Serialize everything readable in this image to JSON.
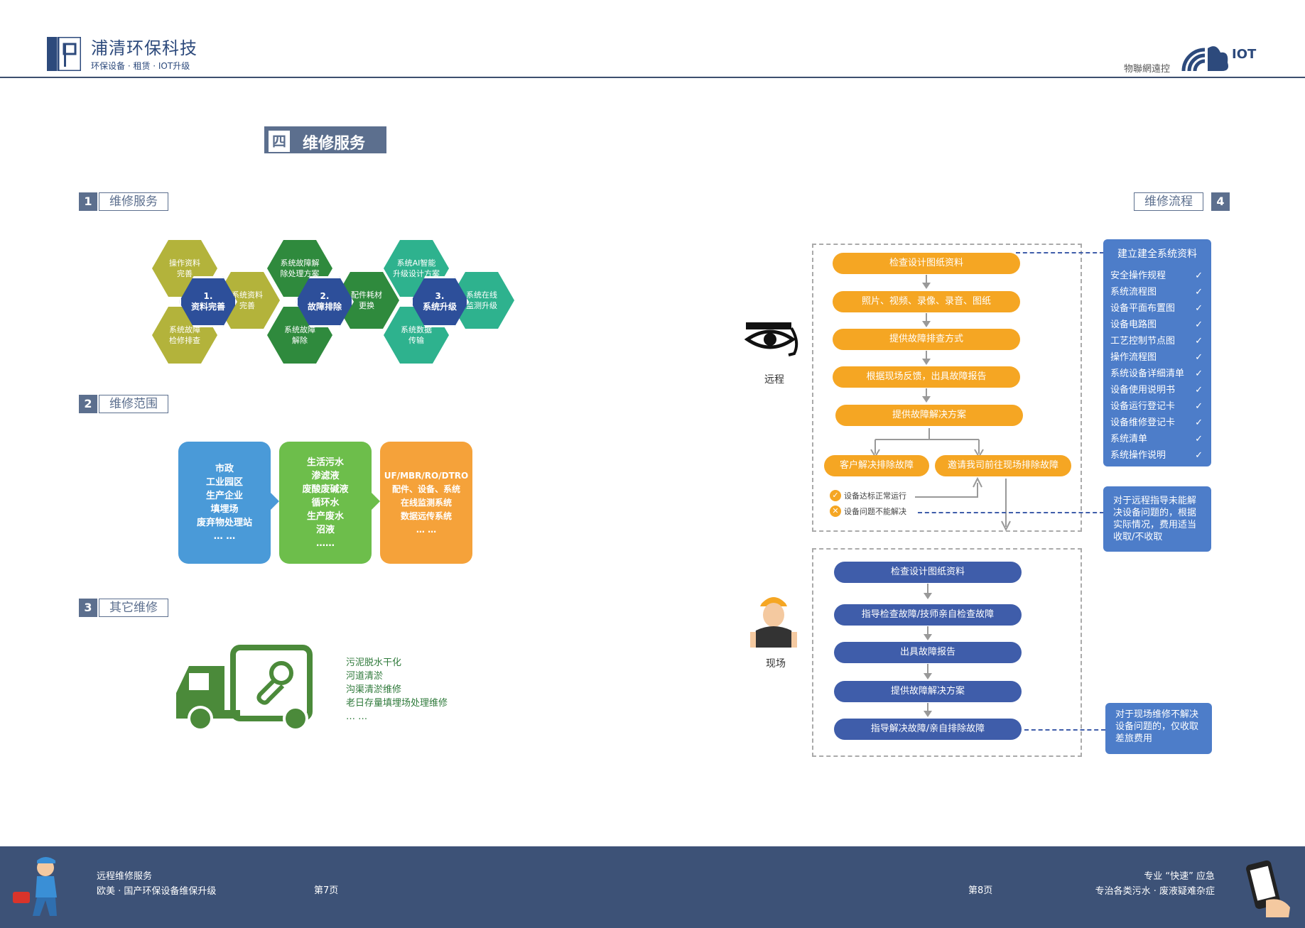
{
  "header": {
    "brand_name": "浦清环保科技",
    "brand_sub": "环保设备 · 租赁 · IOT升级",
    "iot_label": "物聯網遠控",
    "iot_logo_text": "IOT"
  },
  "section": {
    "num": "四",
    "title": "维修服务"
  },
  "s1": {
    "num": "1",
    "title": "维修服务",
    "hexes": {
      "c1": "1.\n资料完善",
      "c2": "2.\n故障排除",
      "c3": "3.\n系统升级",
      "h1": "操作资料\n完善",
      "h2": "系统资料\n完善",
      "h3": "系统故障\n检修排查",
      "h4": "系统故障解\n除处理方案",
      "h5": "配件耗材\n更换",
      "h6": "系统故障\n解除",
      "h7": "系统AI智能\n升级设计方案",
      "h8": "系统在线\n监测升级",
      "h9": "系统数据\n传输"
    }
  },
  "s2": {
    "num": "2",
    "title": "维修范围",
    "boxes": [
      {
        "lines": [
          "市政",
          "工业园区",
          "生产企业",
          "填埋场",
          "废弃物处理站",
          "… …"
        ],
        "color": "#4a9ad8"
      },
      {
        "lines": [
          "生活污水",
          "渗滤液",
          "废酸废碱液",
          "循环水",
          "生产废水",
          "沼液",
          "……"
        ],
        "color": "#6dbe4b"
      },
      {
        "lines": [
          "UF/MBR/RO/DTRO",
          "配件、设备、系统",
          "在线监测系统",
          "数据远传系统",
          "… …"
        ],
        "color": "#f5a23a"
      }
    ]
  },
  "s3": {
    "num": "3",
    "title": "其它维修",
    "items": [
      "污泥脱水干化",
      "河道清淤",
      "沟渠清淤维修",
      "老日存量填埋场处理维修",
      "… …"
    ]
  },
  "s4": {
    "num": "4",
    "title": "维修流程",
    "remote_label": "远程",
    "onsite_label": "现场",
    "remote_steps": [
      "检查设计图纸资料",
      "照片、视频、录像、录音、图纸",
      "提供故障排查方式",
      "根据现场反馈，出具故障报告",
      "提供故障解决方案"
    ],
    "branch_left": "客户解决排除故障",
    "branch_right": "邀请我司前往现场排除故障",
    "ok_note": "设备达标正常运行",
    "fail_note": "设备问题不能解决",
    "onsite_steps": [
      "检查设计图纸资料",
      "指导检查故障/技师亲自检查故障",
      "出具故障报告",
      "提供故障解决方案",
      "指导解决故障/亲自排除故障"
    ],
    "side1_title": "建立建全系统资料",
    "side1_items": [
      "安全操作规程",
      "系统流程图",
      "设备平面布置图",
      "设备电路图",
      "工艺控制节点图",
      "操作流程图",
      "系统设备详细清单",
      "设备使用说明书",
      "设备运行登记卡",
      "设备维修登记卡",
      "系统清单",
      "系统操作说明"
    ],
    "side2_text": "对于远程指导未能解决设备问题的，根据实际情况，费用适当收取/不收取",
    "side3_text": "对于现场维修不解决设备问题的，仅收取差旅费用"
  },
  "footer": {
    "left_line1": "远程维修服务",
    "left_line2": "欧美 · 国产环保设备维保升级",
    "page_left": "第7页",
    "page_right": "第8页",
    "right_line1": "专业 “快速” 应急",
    "right_line2": "专治各类污水 · 废液疑难杂症"
  }
}
